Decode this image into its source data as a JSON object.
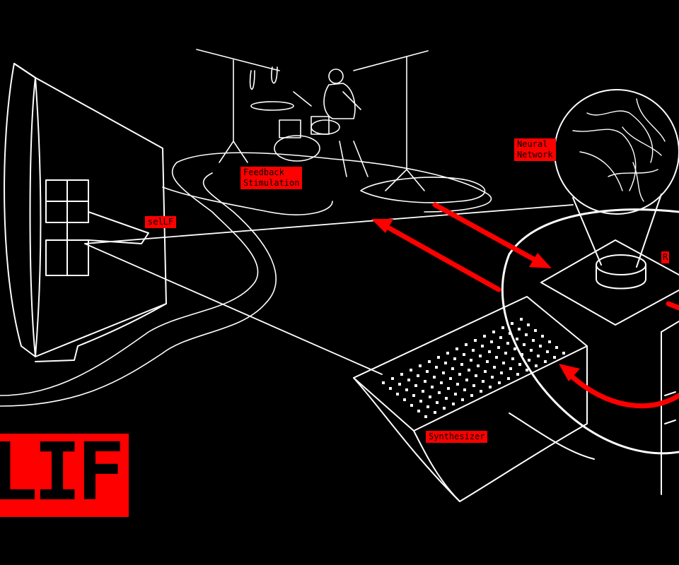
{
  "labels": {
    "feedback": "Feedback\nStimulation",
    "neural": "Neural\nNetwork",
    "self": "selLF",
    "synth": "Synthesizer",
    "edge": "R"
  },
  "logo": {
    "text": "LIF"
  },
  "colors": {
    "background": "#000000",
    "line": "#ffffff",
    "accent": "#ff0000"
  }
}
